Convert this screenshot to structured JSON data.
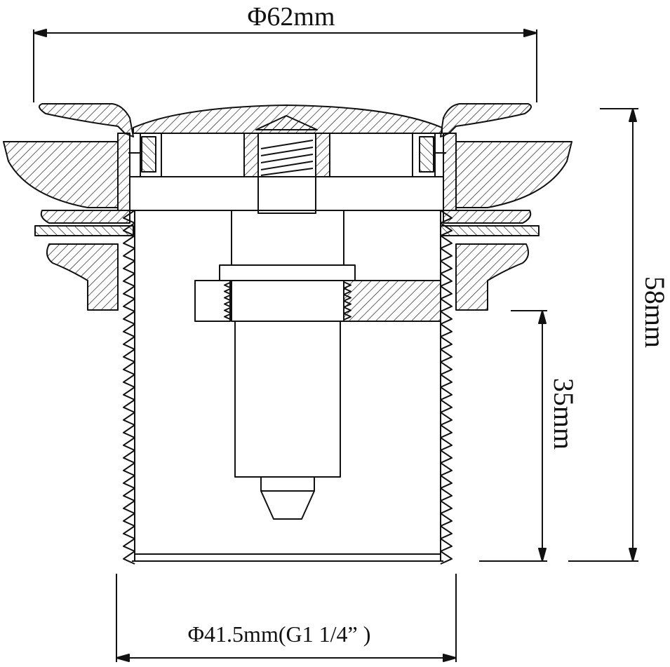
{
  "dimensions": {
    "top_diameter": "Φ62mm",
    "total_height": "58mm",
    "thread_length": "35mm",
    "thread_diameter": "Φ41.5mm(G1 1/4” )"
  },
  "colors": {
    "line": "#111111",
    "background": "#ffffff"
  }
}
